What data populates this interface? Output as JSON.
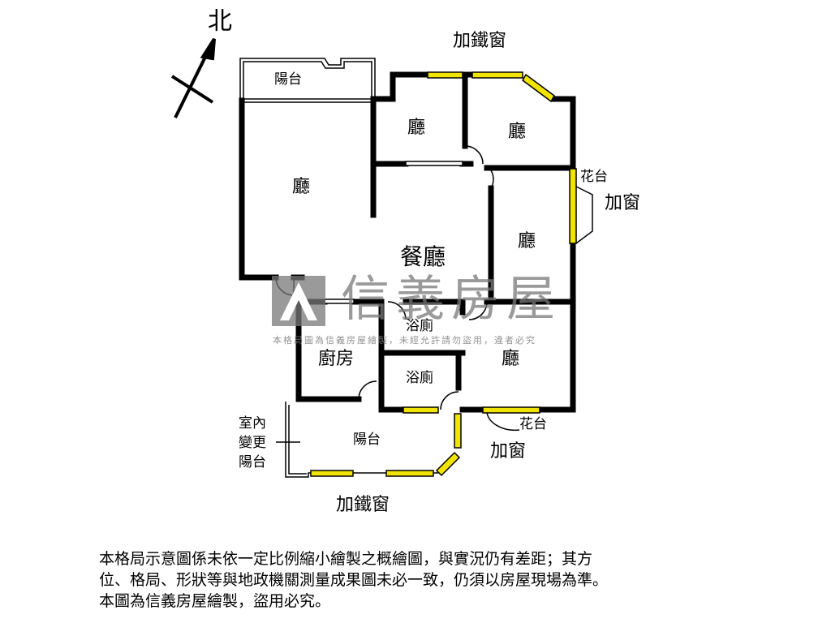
{
  "compass": {
    "north_label": "北"
  },
  "rooms": {
    "balcony_top": "陽台",
    "living_left": "廳",
    "room_top_1": "廳",
    "room_top_2": "廳",
    "room_right": "廳",
    "dining": "餐廳",
    "bath_1": "浴廁",
    "bath_2": "浴廁",
    "kitchen": "廚房",
    "room_bottom_right": "廳",
    "balcony_bottom": "陽台"
  },
  "annotations": {
    "iron_window_top": "加鐵窗",
    "flower_box_right": "花台",
    "window_right": "加窗",
    "flower_box_bottom": "花台",
    "window_bottom": "加窗",
    "iron_window_bottom": "加鐵窗",
    "indoor_changed_balcony": [
      "室內",
      "變更",
      "陽台"
    ]
  },
  "watermark": {
    "brand": "信義房屋",
    "notice": "本格局圖為信義房屋繪製，未經允許請勿盜用，違者必究"
  },
  "disclaimer": [
    "本格局示意圖係未依一定比例縮小繪製之概繪圖，與實況仍有差距；其方",
    "位、格局、形狀等與地政機關測量成果圖未必一致，仍須以房屋現場為準。",
    "本圖為信義房屋繪製，盜用必究。"
  ],
  "colors": {
    "window": "#f0e400",
    "wall": "#000000",
    "watermark": "#808080"
  }
}
